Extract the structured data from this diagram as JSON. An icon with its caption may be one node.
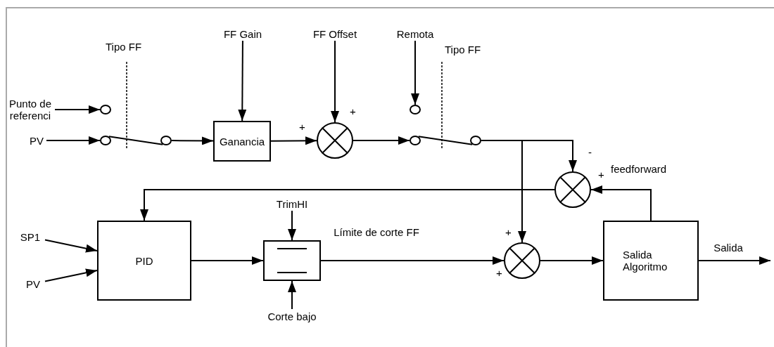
{
  "diagram": {
    "nodes": [
      {
        "text": [
          "Punto de referenci"
        ]
      },
      {
        "text": [
          "PV"
        ]
      },
      {
        "text": [],
        "shape": "circle"
      },
      {
        "text": [],
        "shape": "circle"
      },
      {
        "text": [],
        "shape": "circle"
      },
      {
        "text": [
          "FF Gain"
        ]
      },
      {
        "text": [
          "Ganancia"
        ]
      },
      {
        "text": [
          "FF Offset"
        ]
      },
      {
        "text": [],
        "shape": "circle"
      },
      {
        "text": [
          "Remota"
        ]
      },
      {
        "text": [],
        "shape": "circle"
      },
      {
        "text": [],
        "shape": "circle"
      },
      {
        "text": [],
        "shape": "circle"
      },
      {
        "text": [],
        "shape": "circle"
      },
      {
        "text": [
          "SP1"
        ]
      },
      {
        "text": [
          "PV"
        ]
      },
      {
        "text": [
          "PID"
        ]
      },
      {
        "text": [
          "TrimHI"
        ]
      },
      {
        "text": [],
        "shape": "box"
      },
      {
        "text": [
          "Corte bajo"
        ]
      },
      {
        "text": [],
        "shape": "circle"
      },
      {
        "text": [
          "Salida Algoritmo"
        ]
      }
    ],
    "edges": [
      {
        "from": 0,
        "to": 2,
        "arrow": "to"
      },
      {
        "from": 1,
        "to": 3,
        "arrow": "to"
      },
      {
        "from": 3,
        "to": 4,
        "arrow": "none"
      },
      {
        "from": 4,
        "to": 6,
        "arrow": "to"
      },
      {
        "from": 5,
        "to": 6,
        "arrow": "to"
      },
      {
        "from": 6,
        "to": 8,
        "arrow": "to"
      },
      {
        "from": 7,
        "to": 8,
        "arrow": "to"
      },
      {
        "from": 8,
        "to": 11,
        "arrow": "to"
      },
      {
        "from": 9,
        "to": 10,
        "arrow": "to"
      },
      {
        "from": 11,
        "to": 12,
        "arrow": "none"
      },
      {
        "from": 12,
        "to": 13,
        "arrow": "to"
      },
      {
        "from": 12,
        "to": 20,
        "arrow": "to"
      },
      {
        "from": 13,
        "to": 16,
        "arrow": "to"
      },
      {
        "from": 21,
        "to": 13,
        "arrow": "to"
      },
      {
        "from": 14,
        "to": 16,
        "arrow": "to"
      },
      {
        "from": 15,
        "to": 16,
        "arrow": "to"
      },
      {
        "from": 16,
        "to": 18,
        "arrow": "to"
      },
      {
        "from": 17,
        "to": 18,
        "arrow": "to"
      },
      {
        "from": 19,
        "to": 18,
        "arrow": "to"
      },
      {
        "from": 18,
        "to": 20,
        "arrow": "to",
        "label": "Límite de corte FF"
      },
      {
        "from": 20,
        "to": 21,
        "arrow": "to"
      },
      {
        "from": 21,
        "to": null,
        "arrow": "to",
        "label": "Salida"
      }
    ],
    "labels": [
      "Tipo FF",
      "Tipo FF",
      "+",
      "+",
      "-",
      "+",
      "feedforward",
      "+",
      "+"
    ]
  }
}
